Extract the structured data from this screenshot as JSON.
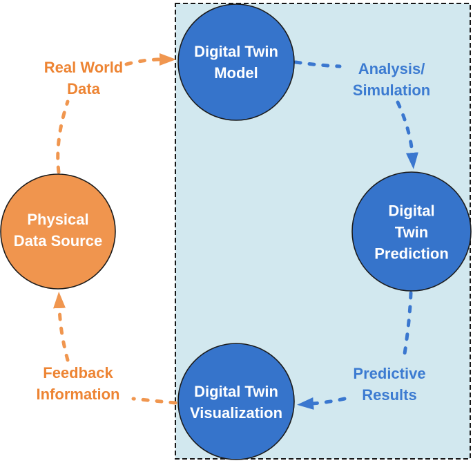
{
  "colors": {
    "node_blue": "#3674CB",
    "node_orange": "#F0954E",
    "edge_blue": "#3A77CF",
    "edge_orange": "#F0964F",
    "label_blue": "#3C7BD1",
    "label_orange": "#ED8433",
    "env_fill": "#D2E8EF",
    "env_border": "#161616",
    "node_stroke": "#1C1C1C",
    "node_text": "#FFFFFF",
    "canvas_bg": "#FFFFFF"
  },
  "nodes": {
    "physical_data_source": {
      "label": "Physical\nData Source",
      "color": "#F0954E"
    },
    "digital_twin_model": {
      "label": "Digital Twin\nModel",
      "color": "#3674CB"
    },
    "digital_twin_prediction": {
      "label": "Digital Twin\nPrediction",
      "color": "#3674CB"
    },
    "digital_twin_visualization": {
      "label": "Digital Twin\nVisualization",
      "color": "#3674CB"
    }
  },
  "edges": {
    "real_world_data": {
      "label": "Real World\nData",
      "from": "physical_data_source",
      "to": "digital_twin_model",
      "color": "#F0964F"
    },
    "analysis_simulation": {
      "label": "Analysis/\nSimulation",
      "from": "digital_twin_model",
      "to": "digital_twin_prediction",
      "color": "#3A77CF"
    },
    "predictive_results": {
      "label": "Predictive\nResults",
      "from": "digital_twin_prediction",
      "to": "digital_twin_visualization",
      "color": "#3A77CF"
    },
    "feedback_information": {
      "label": "Feedback\nInformation",
      "from": "digital_twin_visualization",
      "to": "physical_data_source",
      "color": "#F0964F"
    }
  }
}
